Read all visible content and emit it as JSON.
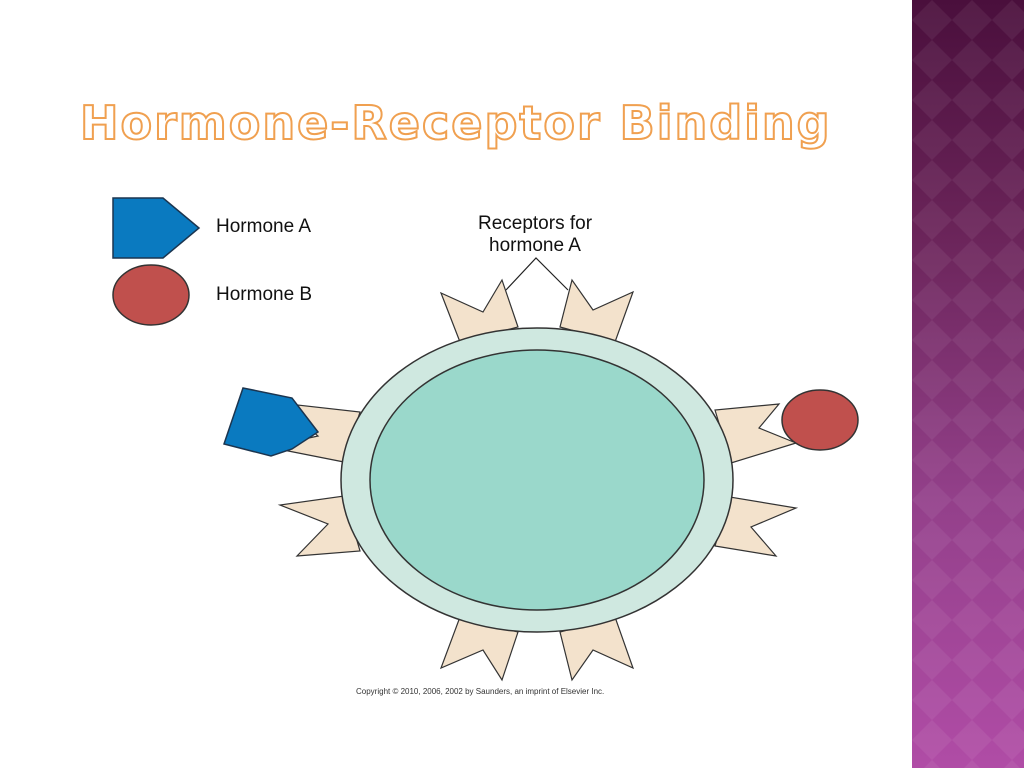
{
  "title": "Hormone-Receptor Binding",
  "legend": {
    "hormone_a": "Hormone A",
    "hormone_b": "Hormone B"
  },
  "receptor_label": {
    "line1": "Receptors for",
    "line2": "hormone A"
  },
  "copyright": "Copyright © 2010, 2006, 2002 by Saunders, an imprint of Elsevier Inc.",
  "colors": {
    "hormone_a": "#0a7ac0",
    "hormone_b": "#c0504d",
    "receptor": "#f3e2cc",
    "membrane": "#cfe8e0",
    "cell_interior": "#9ad8cb",
    "title_outline": "#f0a050",
    "side_band": "#7a2b6a"
  }
}
